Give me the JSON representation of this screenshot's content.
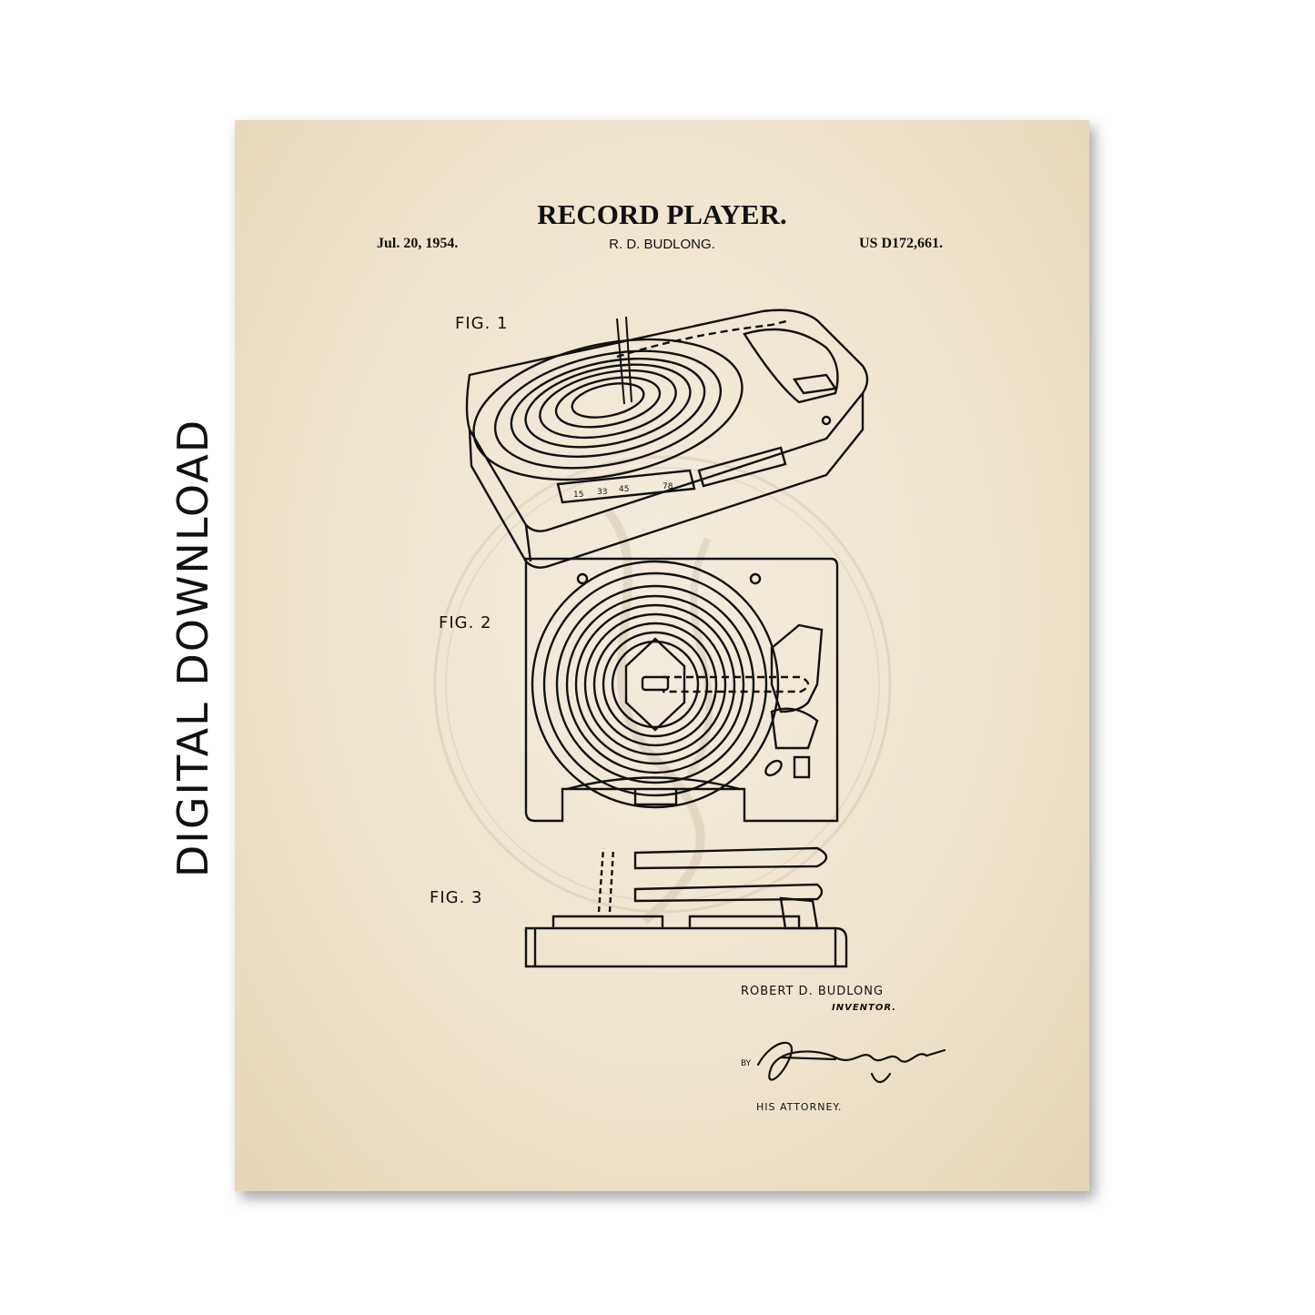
{
  "side_banner": "DIGITAL DOWNLOAD",
  "header": {
    "title": "RECORD PLAYER.",
    "date": "Jul. 20, 1954.",
    "inventor": "R. D. BUDLONG.",
    "patent_number": "US D172,661."
  },
  "figures": [
    {
      "label": "FIG. 1"
    },
    {
      "label": "FIG. 2"
    },
    {
      "label": "FIG. 3"
    }
  ],
  "signature": {
    "inventor_name": "ROBERT D. BUDLONG",
    "inventor_role": "INVENTOR.",
    "by": "BY",
    "attorney_signature": "Francis W. Crotty",
    "attorney_role": "HIS ATTORNEY."
  },
  "speed_marks": [
    "15",
    "33",
    "45",
    "78"
  ],
  "colors": {
    "paper": "#efe4cf",
    "ink": "#111111",
    "watermark": "#d9cdb8"
  }
}
